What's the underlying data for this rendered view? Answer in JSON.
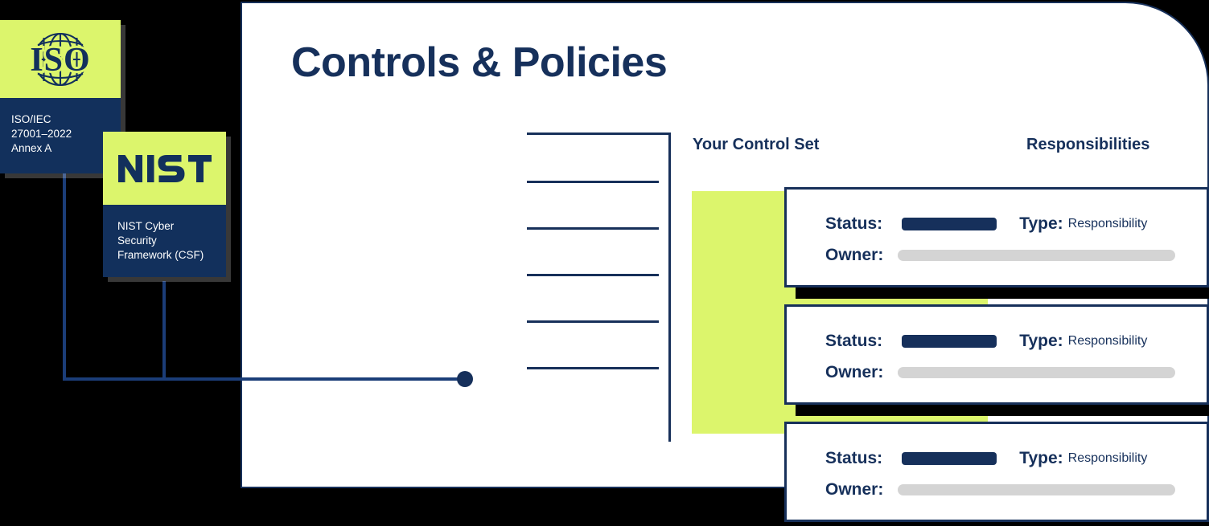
{
  "page": {
    "title": "Controls & Policies",
    "background_color": "#000000",
    "accent_green": "#dcf56c",
    "navy": "#16305b",
    "line_navy": "#1b3d78"
  },
  "badges": [
    {
      "id": "iso",
      "logo_icon": "iso-globe-logo-icon",
      "logo_text": "ISO",
      "caption": "ISO/IEC\n27001–2022\nAnnex A",
      "caption_lines": [
        "ISO/IEC",
        "27001–2022",
        "Annex A"
      ]
    },
    {
      "id": "nist",
      "logo_icon": "nist-wordmark-logo-icon",
      "logo_text": "NIST",
      "caption": "NIST Cyber\nSecurity\nFramework (CSF)",
      "caption_lines": [
        "NIST Cyber",
        "Security",
        "Framework (CSF)"
      ]
    }
  ],
  "control_set": {
    "heading": "Your Control Set",
    "skeleton_row_count": 6,
    "block_color": "#dcf56c"
  },
  "responsibilities": {
    "heading": "Responsibilities",
    "cards": [
      {
        "status_label": "Status:",
        "status_value": "",
        "owner_label": "Owner:",
        "owner_value": "",
        "type_label": "Type:",
        "type_value": "Responsibility"
      },
      {
        "status_label": "Status:",
        "status_value": "",
        "owner_label": "Owner:",
        "owner_value": "",
        "type_label": "Type:",
        "type_value": "Responsibility"
      },
      {
        "status_label": "Status:",
        "status_value": "",
        "owner_label": "Owner:",
        "owner_value": "",
        "type_label": "Type:",
        "type_value": "Responsibility"
      }
    ]
  }
}
